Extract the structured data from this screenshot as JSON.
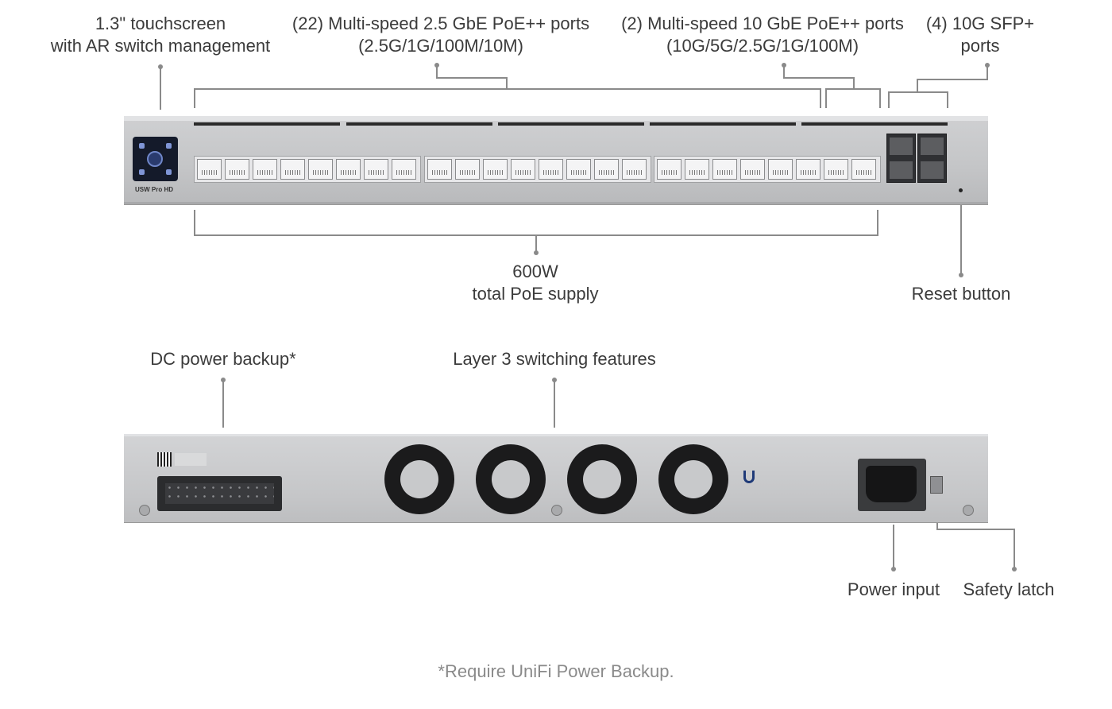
{
  "labels": {
    "touchscreen": [
      "1.3\" touchscreen",
      "with AR switch management"
    ],
    "ports_2_5g": [
      "(22) Multi-speed 2.5 GbE PoE++ ports",
      "(2.5G/1G/100M/10M)"
    ],
    "ports_10g": [
      "(2) Multi-speed 10 GbE PoE++ ports",
      "(10G/5G/2.5G/1G/100M)"
    ],
    "sfp": [
      "(4) 10G SFP+",
      "ports"
    ],
    "poe_supply": [
      "600W",
      "total PoE supply"
    ],
    "reset": "Reset button",
    "dc_backup": "DC power backup*",
    "layer3": "Layer 3 switching features",
    "power_input": "Power input",
    "safety_latch": "Safety latch"
  },
  "device": {
    "model_label": "USW Pro HD",
    "rj45_port_count": 24,
    "sfp_port_count": 4,
    "fan_count": 4
  },
  "footnote": "*Require UniFi Power Backup."
}
